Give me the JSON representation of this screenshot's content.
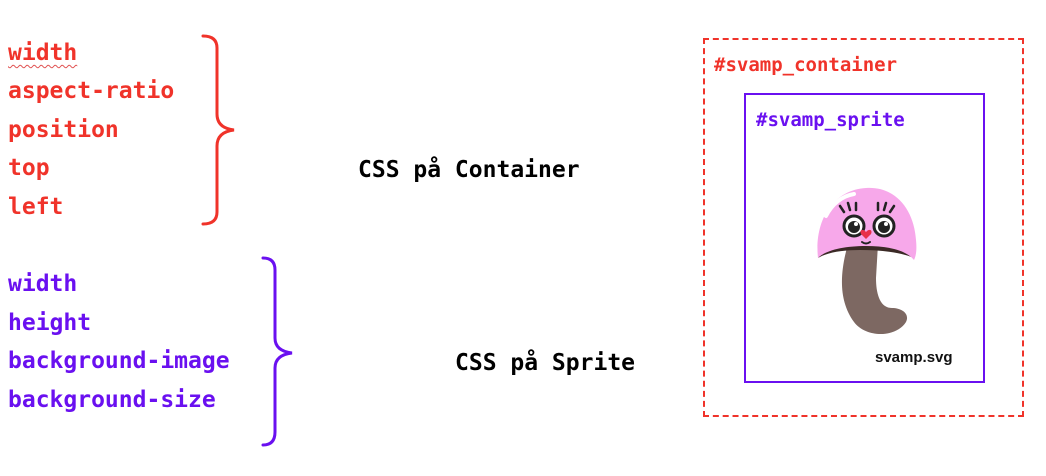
{
  "container_props": [
    "width",
    "aspect-ratio",
    "position",
    "top",
    "left"
  ],
  "sprite_props": [
    "width",
    "height",
    "background-image",
    "background-size"
  ],
  "container_caption": "CSS på Container",
  "sprite_caption": "CSS på Sprite",
  "container_id": "#svamp_container",
  "sprite_id": "#svamp_sprite",
  "image_filename": "svamp.svg",
  "colors": {
    "container": "#f0332a",
    "sprite": "#6a10f0",
    "mushroom_cap": "#f7a8ea",
    "mushroom_stem": "#7d6862"
  }
}
